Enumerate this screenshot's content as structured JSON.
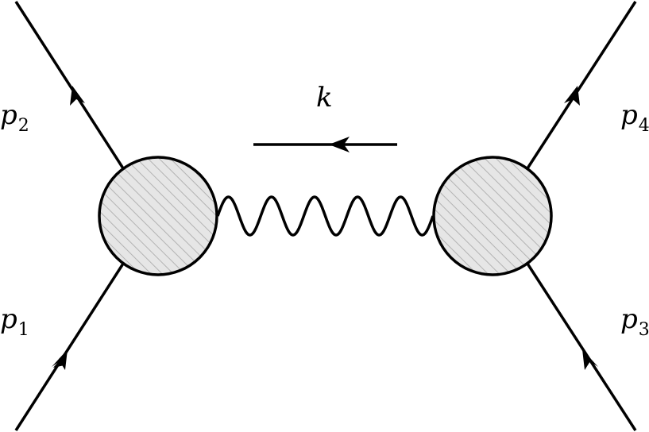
{
  "labels": {
    "p1": {
      "symbol": "p",
      "sub": "1"
    },
    "p2": {
      "symbol": "p",
      "sub": "2"
    },
    "p3": {
      "symbol": "p",
      "sub": "3"
    },
    "p4": {
      "symbol": "p",
      "sub": "4"
    },
    "k": "k"
  },
  "colors": {
    "stroke": "#000000",
    "blob_fill": "#e6e6e6",
    "hatch": "#b3b3b3"
  }
}
